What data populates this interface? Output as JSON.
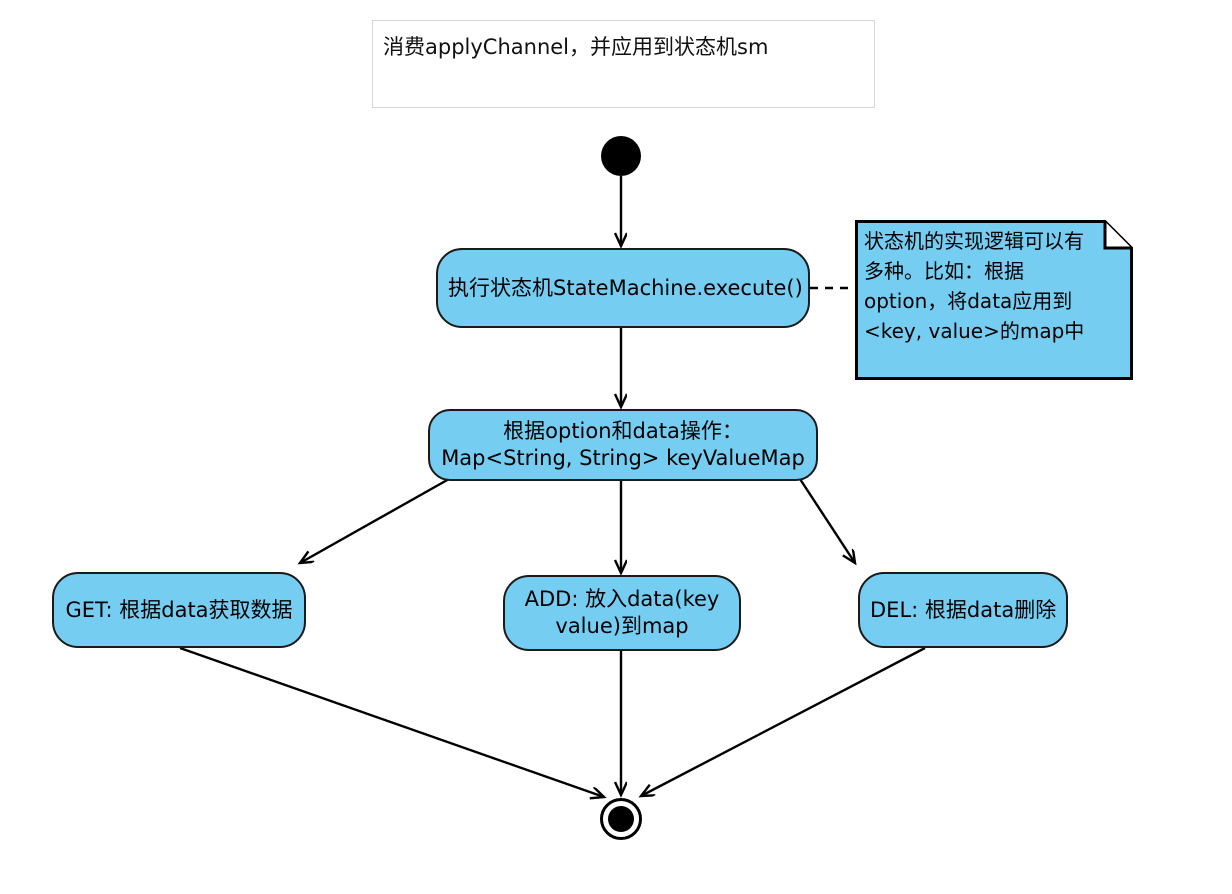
{
  "diagram": {
    "type": "uml-activity-diagram",
    "title_box": {
      "text": "消费applyChannel，并应用到状态机sm"
    },
    "colors": {
      "node_fill": "#76CDF2",
      "node_stroke": "#1a1a1a",
      "note_fill": "#76CDF2",
      "edge_stroke": "#000000",
      "title_border": "#d8d8d8",
      "background": "#ffffff"
    },
    "start_node": {
      "name": "initial-node"
    },
    "end_node": {
      "name": "final-node"
    },
    "nodes": [
      {
        "id": "execute",
        "lines": [
          "执行状态机StateMachine.execute()"
        ]
      },
      {
        "id": "operate",
        "lines": [
          "根据option和data操作：",
          "Map<String, String> keyValueMap"
        ]
      },
      {
        "id": "get",
        "lines": [
          "GET: 根据data获取数据"
        ]
      },
      {
        "id": "add",
        "lines": [
          "ADD: 放入data(key",
          "value)到map"
        ]
      },
      {
        "id": "del",
        "lines": [
          "DEL: 根据data删除"
        ]
      }
    ],
    "note": {
      "lines": [
        "状态机的实现逻辑可以有",
        "多种。比如：根据",
        "option，将data应用到",
        "<key, value>的map中"
      ]
    },
    "edges": [
      {
        "from": "initial-node",
        "to": "execute",
        "style": "solid-arrow"
      },
      {
        "from": "execute",
        "to": "note",
        "style": "dashed"
      },
      {
        "from": "execute",
        "to": "operate",
        "style": "solid-arrow"
      },
      {
        "from": "operate",
        "to": "get",
        "style": "solid-arrow"
      },
      {
        "from": "operate",
        "to": "add",
        "style": "solid-arrow"
      },
      {
        "from": "operate",
        "to": "del",
        "style": "solid-arrow"
      },
      {
        "from": "get",
        "to": "final-node",
        "style": "solid-arrow"
      },
      {
        "from": "add",
        "to": "final-node",
        "style": "solid-arrow"
      },
      {
        "from": "del",
        "to": "final-node",
        "style": "solid-arrow"
      }
    ]
  }
}
